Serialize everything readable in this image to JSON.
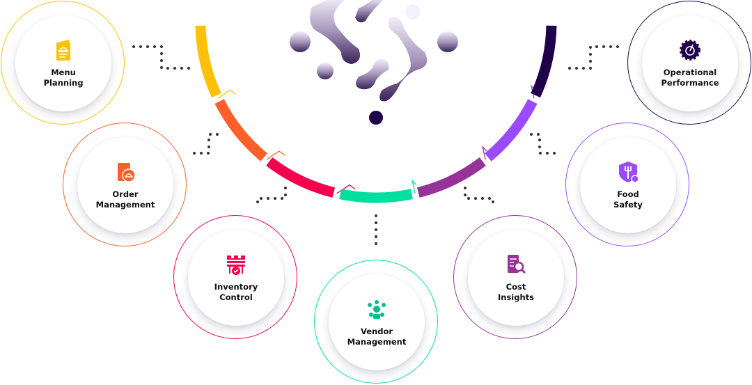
{
  "colors": {
    "menu": "#FFC107",
    "order": "#FF5F2A",
    "inventory": "#F5004F",
    "vendor": "#00DFA0",
    "cost": "#96329A",
    "food": "#9B4BFF",
    "operational": "#21004B",
    "dots": "#333333"
  },
  "nodes": [
    {
      "line1": "Menu",
      "line2": "Planning",
      "icon": "menu-card-icon"
    },
    {
      "line1": "Order",
      "line2": "Management",
      "icon": "clipboard-cloche-icon"
    },
    {
      "line1": "Inventory",
      "line2": "Control",
      "icon": "warehouse-check-icon"
    },
    {
      "line1": "Vendor",
      "line2": "Management",
      "icon": "vendor-network-icon"
    },
    {
      "line1": "Cost",
      "line2": "Insights",
      "icon": "report-magnifier-icon"
    },
    {
      "line1": "Food",
      "line2": "Safety",
      "icon": "shield-fork-icon"
    },
    {
      "line1": "Operational",
      "line2": "Performance",
      "icon": "gear-gauge-icon"
    }
  ]
}
